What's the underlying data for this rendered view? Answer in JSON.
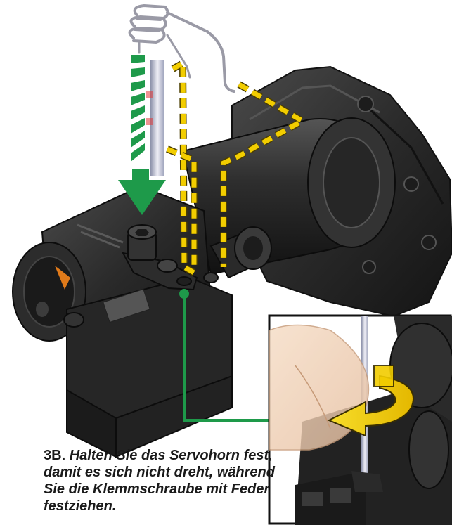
{
  "instruction": {
    "step_label": "3B.",
    "text": "Halten Sie das Servohorn fest, damit es sich nicht dreht, während Sie die Klemmschraube mit Feder festziehen."
  },
  "icons": {
    "main": "transmission-assembly-illustration",
    "spring": "spring-wire-icon",
    "arrow": "downward-arrow-icon",
    "rotate": "rotate-arrow-icon",
    "inset": "tightening-detail-inset"
  },
  "colors": {
    "arrow_green": "#1e9a4a",
    "guide_yellow": "#f2cd00",
    "callout_green": "#1e9a4a",
    "body_dark": "#2b2b2b"
  }
}
